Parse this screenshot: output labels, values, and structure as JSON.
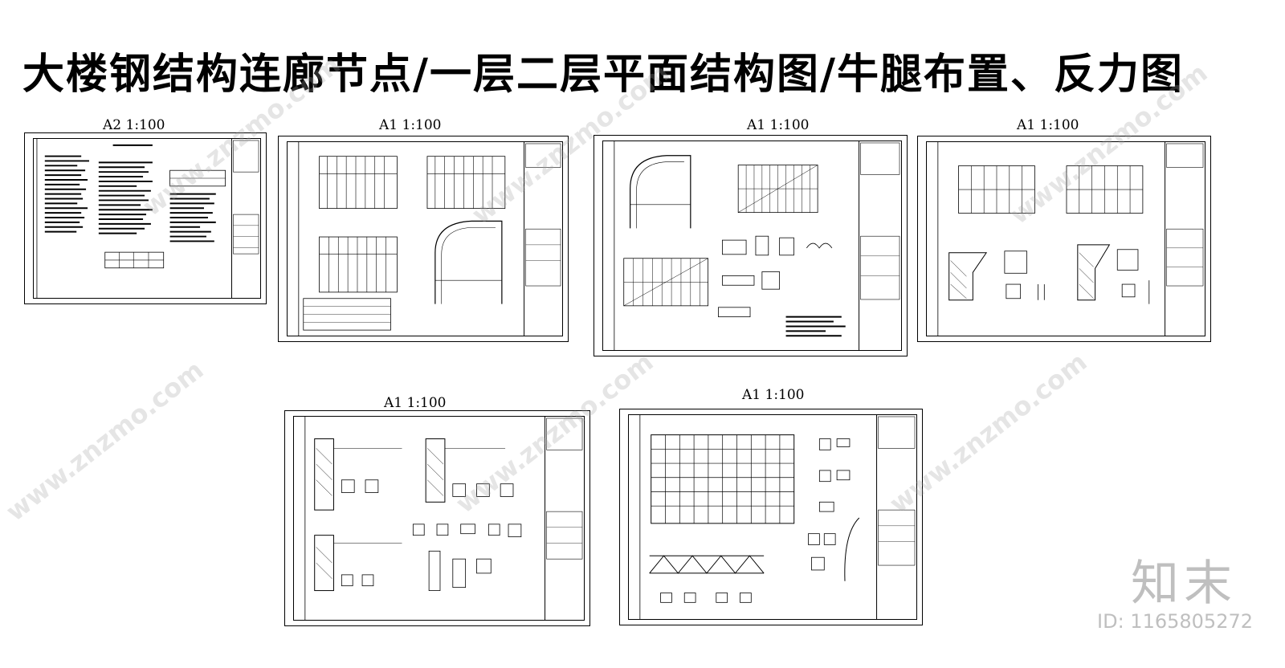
{
  "title": "大楼钢结构连廊节点/一层二层平面结构图/牛腿布置、反力图",
  "sheets": [
    {
      "scale": "A2  1:100",
      "content": "design-notes"
    },
    {
      "scale": "A1  1:100",
      "content": "floor-plans"
    },
    {
      "scale": "A1  1:100",
      "content": "arch-plan-details"
    },
    {
      "scale": "A1  1:100",
      "content": "corbel-layout"
    },
    {
      "scale": "A1  1:100",
      "content": "corbel-details"
    },
    {
      "scale": "A1  1:100",
      "content": "grid-truss"
    }
  ],
  "watermark": "www.znzmo.com",
  "brand": "知末",
  "id_label": "ID: 1165805272",
  "colors": {
    "line": "#000000",
    "watermark": "#a0a0a0",
    "brand": "#bfbfbf"
  }
}
